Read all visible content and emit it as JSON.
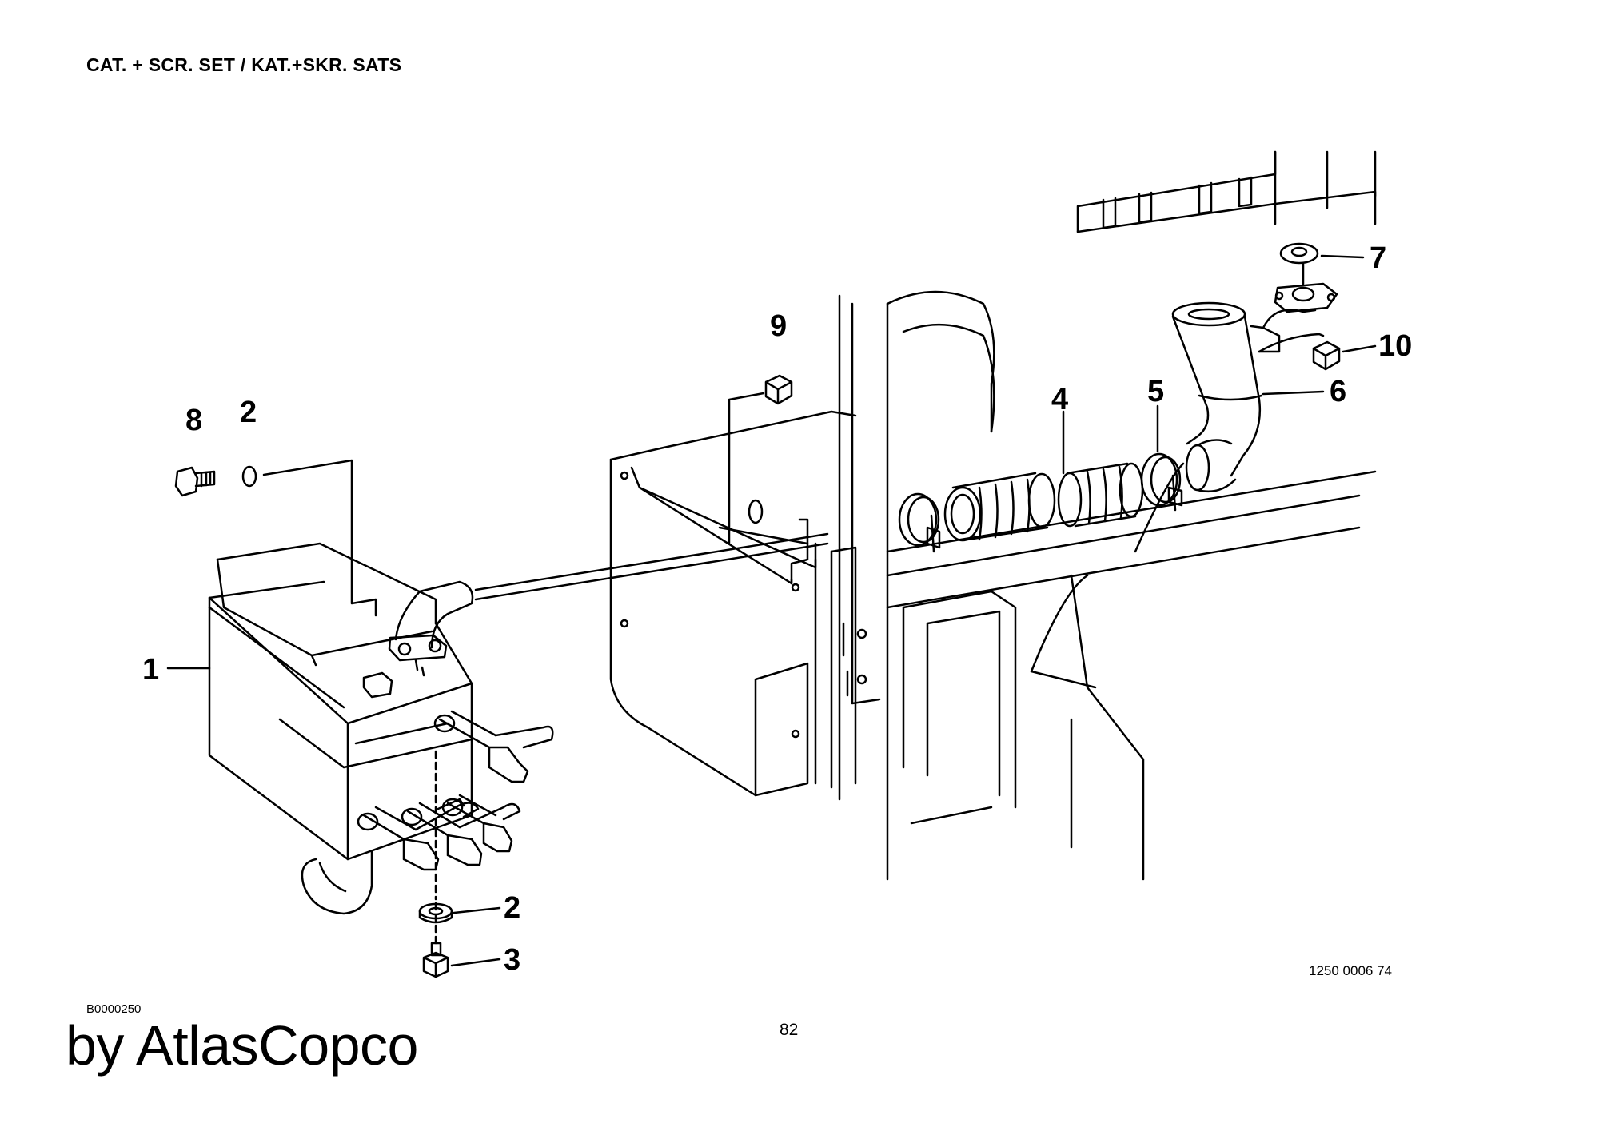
{
  "header": {
    "title": "CAT. + SCR. SET / KAT.+SKR. SATS"
  },
  "callouts": {
    "c1": "1",
    "c2_top": "2",
    "c8": "8",
    "c9": "9",
    "c4": "4",
    "c5": "5",
    "c6": "6",
    "c7": "7",
    "c10": "10",
    "c2_bottom": "2",
    "c3": "3"
  },
  "footer": {
    "drawing_ref": "1250 0006 74",
    "figure_code": "B0000250",
    "page_number": "82",
    "brand": "by AtlasCopco"
  }
}
